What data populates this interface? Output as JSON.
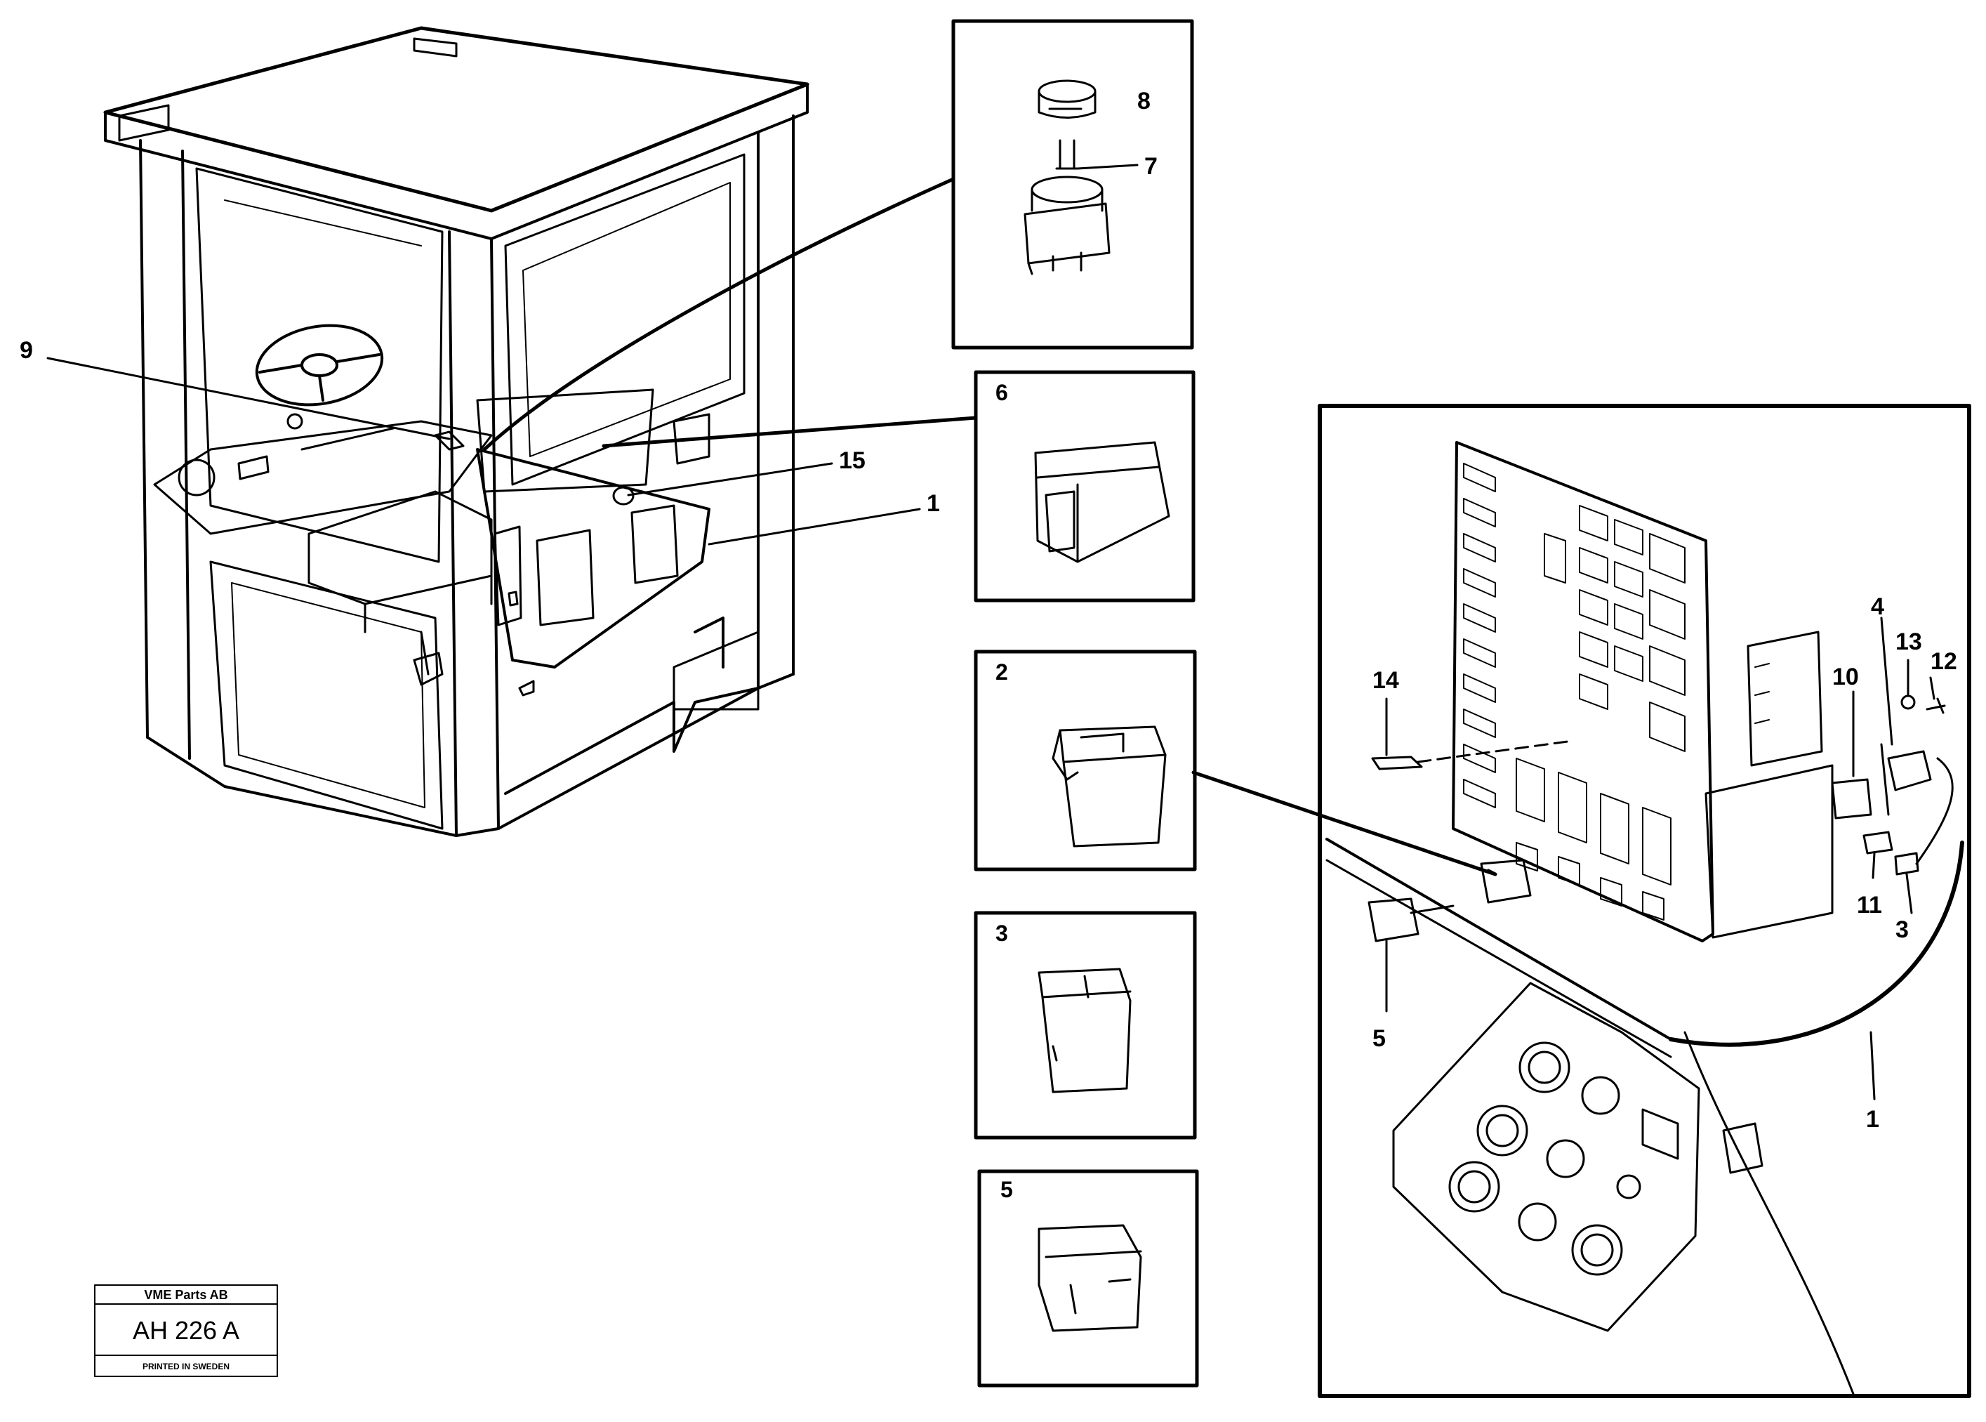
{
  "callouts": {
    "c9": "9",
    "c15": "15",
    "c1a": "1",
    "c8": "8",
    "c7": "7",
    "c14": "14",
    "c4": "4",
    "c13": "13",
    "c12": "12",
    "c10": "10",
    "c11": "11",
    "c3": "3",
    "c5": "5",
    "c1b": "1"
  },
  "panels": {
    "p6": "6",
    "p2": "2",
    "p3": "3",
    "p5": "5"
  },
  "stamp": {
    "company": "VME Parts AB",
    "code": "AH 226 A",
    "printed": "PRINTED IN SWEDEN"
  }
}
